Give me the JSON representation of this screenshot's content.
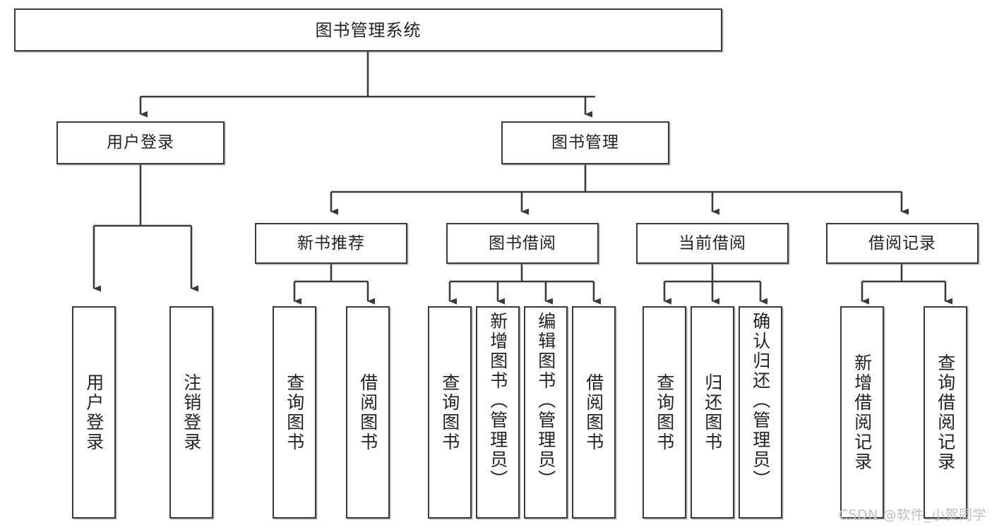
{
  "diagram": {
    "type": "tree-hierarchy",
    "title": "图书管理系统",
    "watermark": "CSDN @软件_小贺同学",
    "colors": {
      "background": "#ffffff",
      "node_border": "#3a3a3a",
      "node_fill": "#ffffff",
      "edge": "#3a3a3a",
      "text": "#222222",
      "watermark": "#bfbfbf"
    },
    "levels": [
      {
        "level": 0,
        "nodes": [
          {
            "id": "root",
            "label": "图书管理系统",
            "orientation": "horizontal"
          }
        ]
      },
      {
        "level": 1,
        "nodes": [
          {
            "id": "login",
            "label": "用户登录",
            "orientation": "horizontal",
            "parent": "root"
          },
          {
            "id": "bookmgmt",
            "label": "图书管理",
            "orientation": "horizontal",
            "parent": "root"
          }
        ]
      },
      {
        "level": 2,
        "nodes": [
          {
            "id": "newbook",
            "label": "新书推荐",
            "orientation": "horizontal",
            "parent": "bookmgmt"
          },
          {
            "id": "borrow",
            "label": "图书借阅",
            "orientation": "horizontal",
            "parent": "bookmgmt"
          },
          {
            "id": "current",
            "label": "当前借阅",
            "orientation": "horizontal",
            "parent": "bookmgmt"
          },
          {
            "id": "records",
            "label": "借阅记录",
            "orientation": "horizontal",
            "parent": "bookmgmt"
          }
        ]
      },
      {
        "level": 3,
        "nodes": [
          {
            "id": "leaf-1",
            "label": "用户登录",
            "orientation": "vertical",
            "parent": "login"
          },
          {
            "id": "leaf-2",
            "label": "注销登录",
            "orientation": "vertical",
            "parent": "login"
          },
          {
            "id": "leaf-3",
            "label": "查询图书",
            "orientation": "vertical",
            "parent": "newbook"
          },
          {
            "id": "leaf-4",
            "label": "借阅图书",
            "orientation": "vertical",
            "parent": "newbook"
          },
          {
            "id": "leaf-5",
            "label": "查询图书",
            "orientation": "vertical",
            "parent": "borrow"
          },
          {
            "id": "leaf-6",
            "label": "新增图书（管理员）",
            "orientation": "vertical",
            "parent": "borrow"
          },
          {
            "id": "leaf-7",
            "label": "编辑图书（管理员）",
            "orientation": "vertical",
            "parent": "borrow"
          },
          {
            "id": "leaf-8",
            "label": "借阅图书",
            "orientation": "vertical",
            "parent": "borrow"
          },
          {
            "id": "leaf-9",
            "label": "查询图书",
            "orientation": "vertical",
            "parent": "current"
          },
          {
            "id": "leaf-10",
            "label": "归还图书",
            "orientation": "vertical",
            "parent": "current"
          },
          {
            "id": "leaf-11",
            "label": "确认归还（管理员）",
            "orientation": "vertical",
            "parent": "current"
          },
          {
            "id": "leaf-12",
            "label": "新增借阅记录",
            "orientation": "vertical",
            "parent": "records"
          },
          {
            "id": "leaf-13",
            "label": "查询借阅记录",
            "orientation": "vertical",
            "parent": "records"
          }
        ]
      }
    ]
  }
}
